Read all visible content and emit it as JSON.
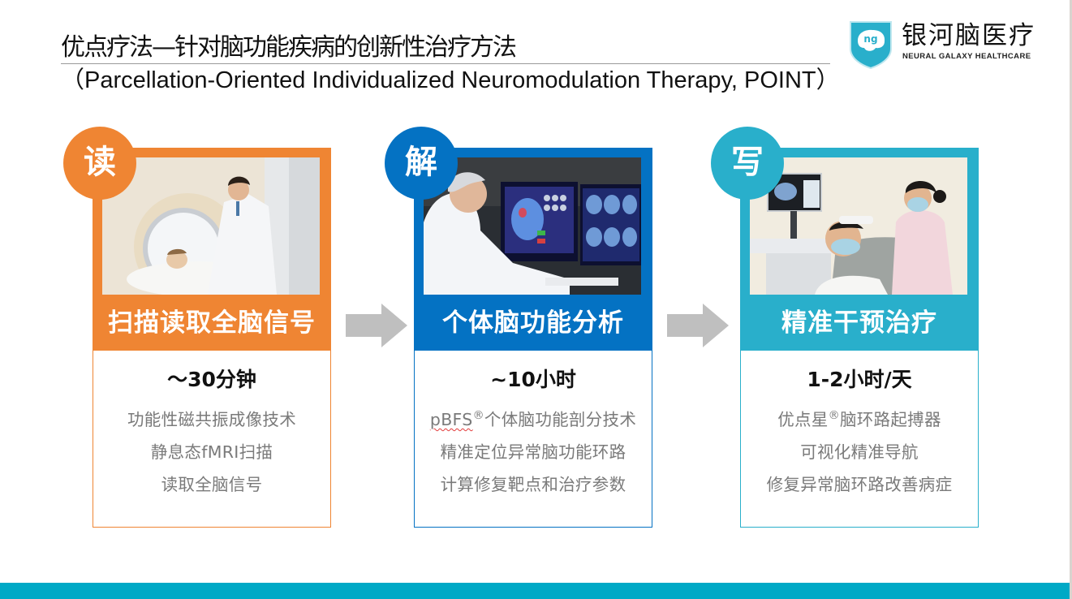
{
  "header": {
    "title": "优点疗法—针对脑功能疾病的创新性治疗方法",
    "subtitle": "（Parcellation-Oriented Individualized Neuromodulation Therapy, POINT）"
  },
  "logo": {
    "mark_text": "ng",
    "name_cn": "银河脑医疗",
    "name_en": "NEURAL GALAXY HEALTHCARE",
    "color": "#29afcb"
  },
  "colors": {
    "read": "#ef8533",
    "decode": "#0472c3",
    "write": "#29afcb",
    "arrow": "#bfbfbf",
    "bottom_bar": "#00a9c6",
    "body_text": "#7a7a7a"
  },
  "steps": [
    {
      "badge": "读",
      "label": "扫描读取全脑信号",
      "photo": "MRI scanner with doctor and patient",
      "time": "～30分钟",
      "lines": [
        "功能性磁共振成像技术",
        "静息态fMRI扫描",
        "读取全脑信号"
      ]
    },
    {
      "badge": "解",
      "label": "个体脑功能分析",
      "photo": "Doctor analyzing brain scans on monitors",
      "time": "~10小时",
      "line0_prefix": "pBFS",
      "line0_reg": "®",
      "line0_suffix": "个体脑功能剖分技术",
      "lines": [
        "pBFS®个体脑功能剖分技术",
        "精准定位异常脑功能环路",
        "计算修复靶点和治疗参数"
      ]
    },
    {
      "badge": "写",
      "label": "精准干预治疗",
      "photo": "Nurse applying neuromodulation device to patient",
      "time": "1-2小时/天",
      "line0_prefix": "优点星",
      "line0_reg": "®",
      "line0_suffix": "脑环路起搏器",
      "lines": [
        "优点星®脑环路起搏器",
        "可视化精准导航",
        "修复异常脑环路改善病症"
      ]
    }
  ]
}
